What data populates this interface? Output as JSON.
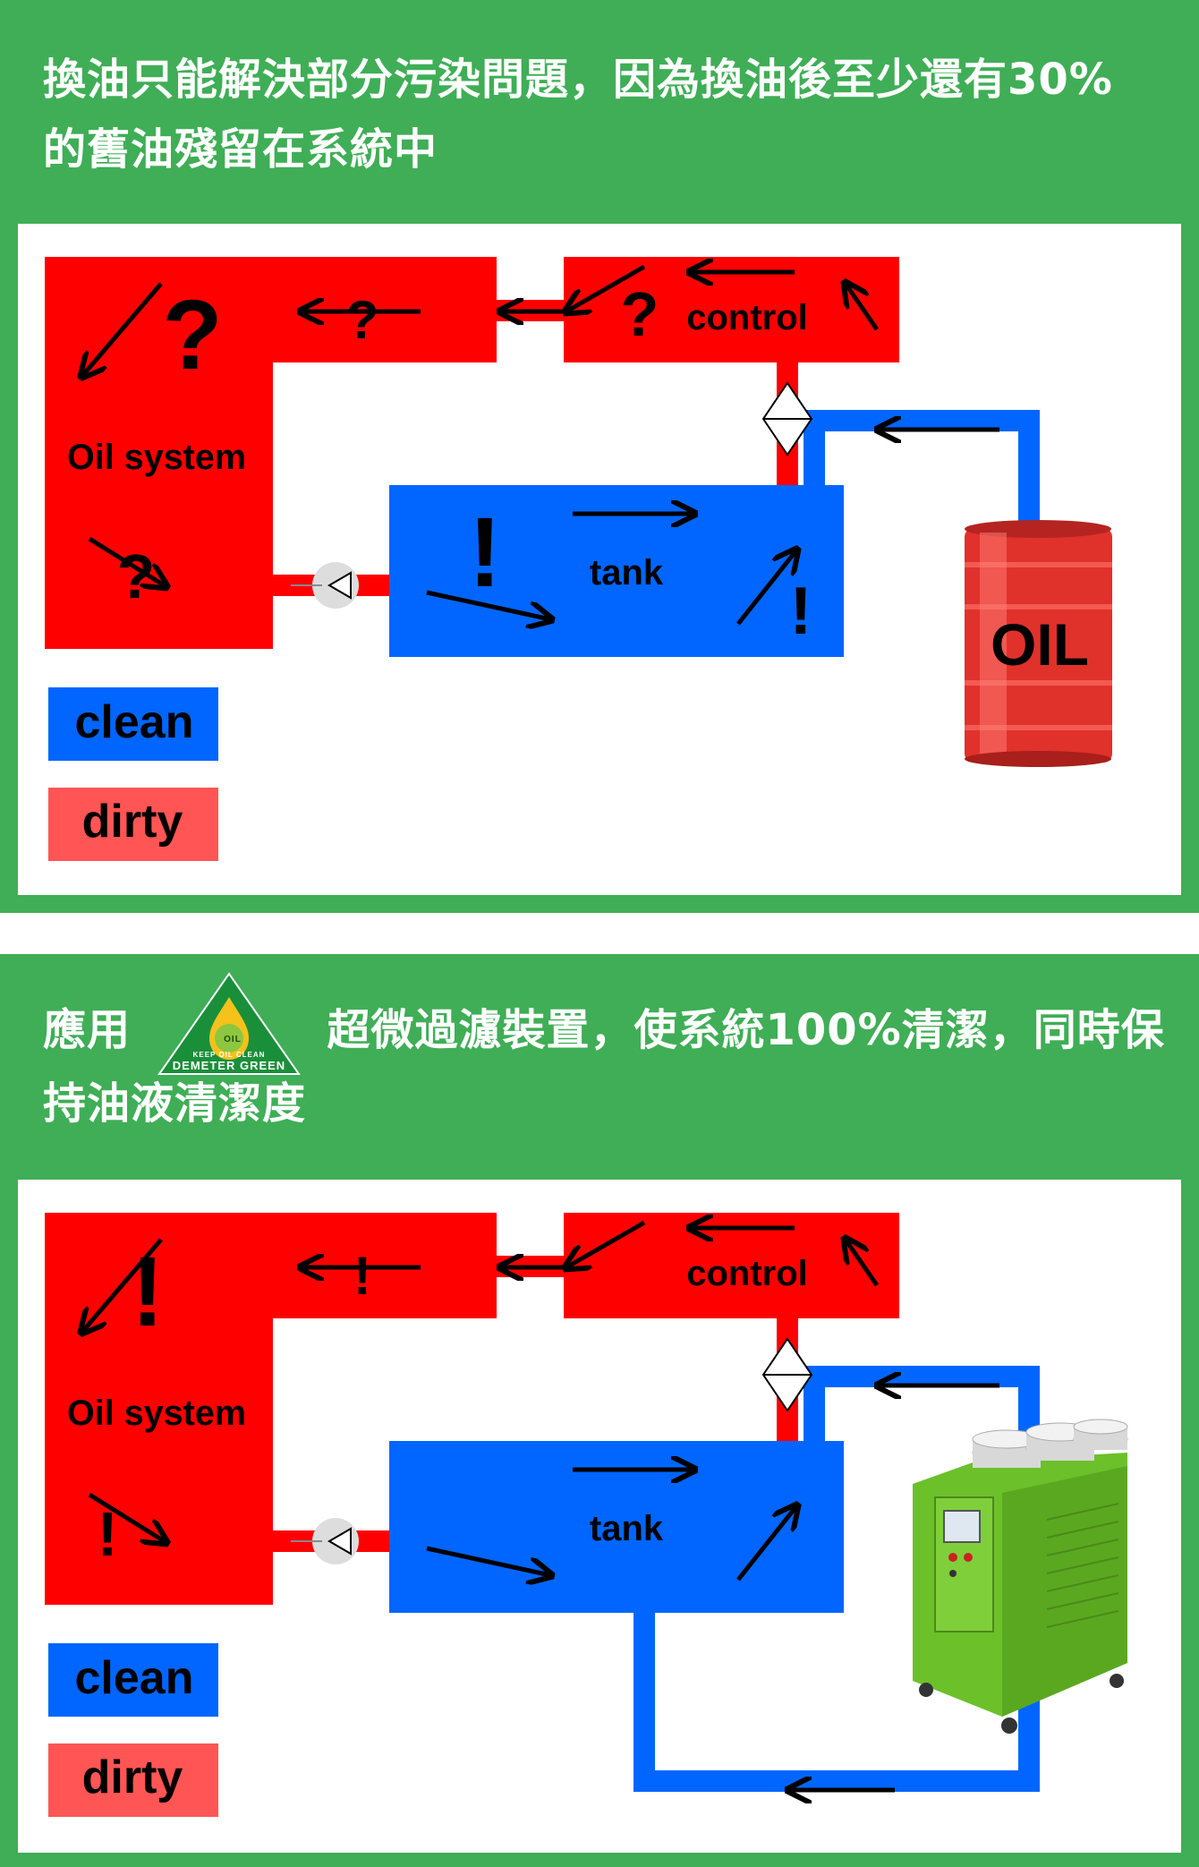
{
  "top": {
    "heading_line1": "換油只能解決部分污染問題，因為換油後至少還有30%",
    "heading_line2": "的舊油殘留在系統中",
    "diagram": {
      "oil_system_label": "Oil system",
      "control_label": "control",
      "tank_label": "tank",
      "drum_label": "OIL",
      "mark_question": "?",
      "mark_exclaim": "!",
      "legend_clean": "clean",
      "legend_dirty": "dirty"
    }
  },
  "bottom": {
    "heading_line1_a": "應用",
    "heading_line1_b": "超微過濾裝置，使系統100%清潔，同時保",
    "heading_line2": "持油液清潔度",
    "logo_text_small": "KEEP OIL CLEAN",
    "logo_text_big": "DEMETER GREEN",
    "logo_drop_text": "OIL",
    "diagram": {
      "oil_system_label": "Oil system",
      "control_label": "control",
      "tank_label": "tank",
      "mark_exclaim": "!",
      "legend_clean": "clean",
      "legend_dirty": "dirty"
    }
  },
  "colors": {
    "green": "#3fae56",
    "dirty_red": "#ff0000",
    "clean_blue": "#0066ff",
    "legend_dirty": "#ff5555",
    "machine_green": "#6cc02a"
  }
}
